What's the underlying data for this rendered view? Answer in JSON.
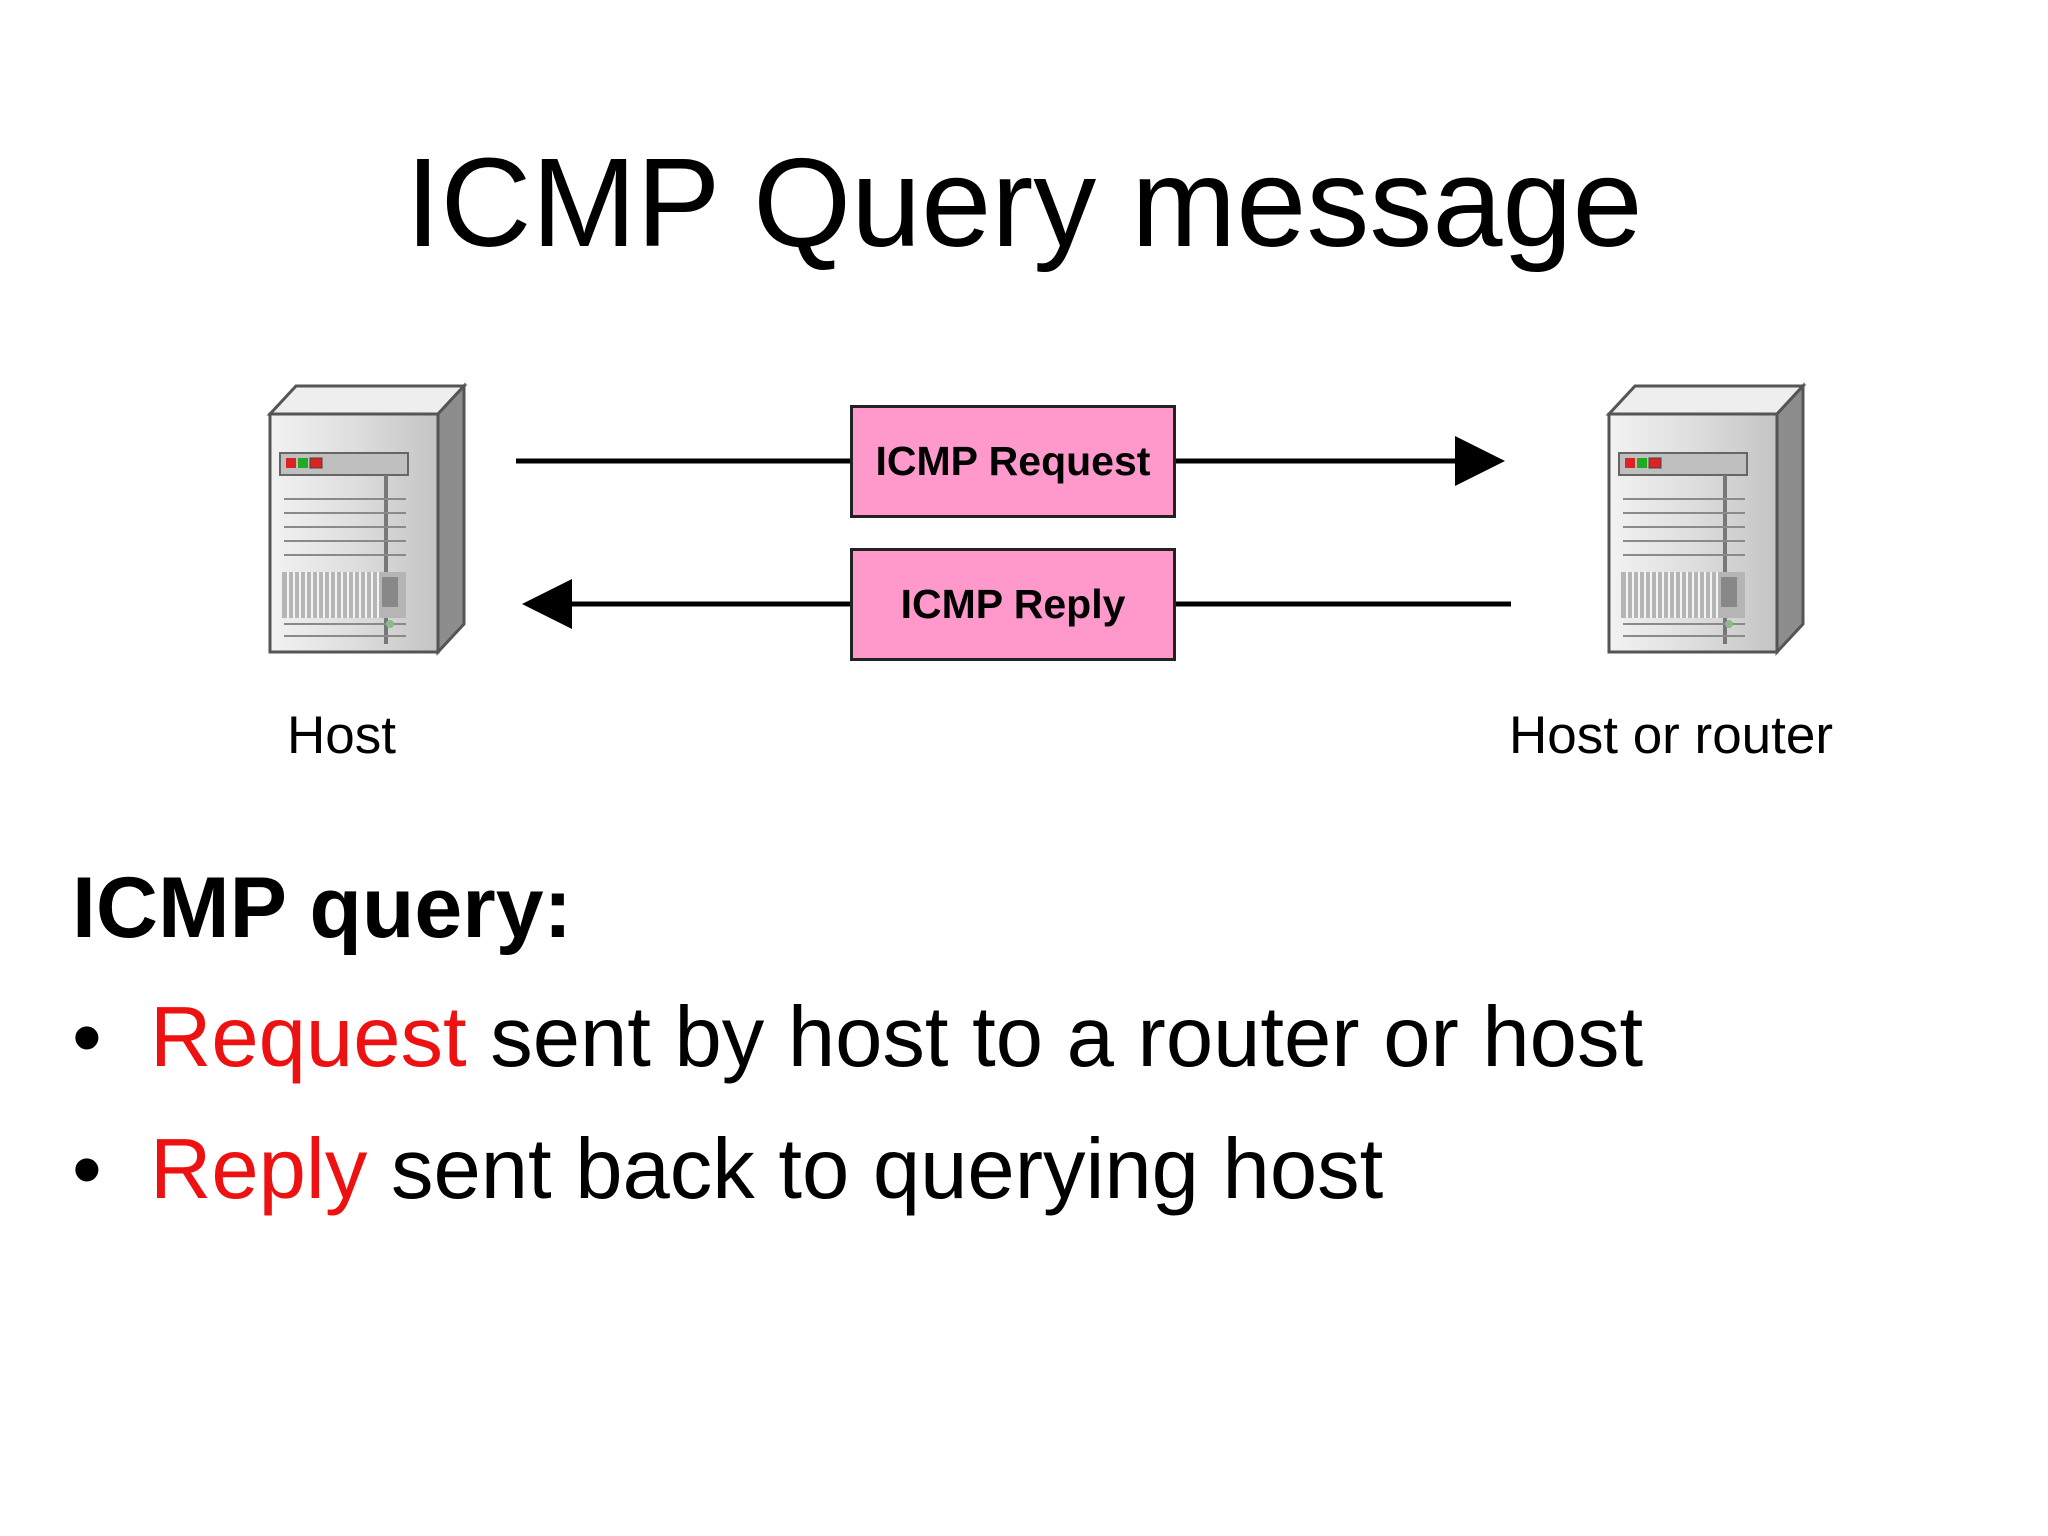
{
  "slide": {
    "title": "ICMP Query message"
  },
  "diagram": {
    "left_node_label": "Host",
    "right_node_label": "Host or router",
    "request_label": "ICMP Request",
    "reply_label": "ICMP Reply",
    "box_color": "#ff99cc",
    "left_node_icon": "server-icon",
    "right_node_icon": "server-icon"
  },
  "body": {
    "heading": "ICMP query:",
    "accent_color": "#ee1111",
    "bullets": [
      {
        "marker": "•",
        "keyword": "Request",
        "rest": " sent by host to a router or host"
      },
      {
        "marker": "•",
        "keyword": "Reply",
        "rest": " sent back to querying host"
      }
    ]
  }
}
